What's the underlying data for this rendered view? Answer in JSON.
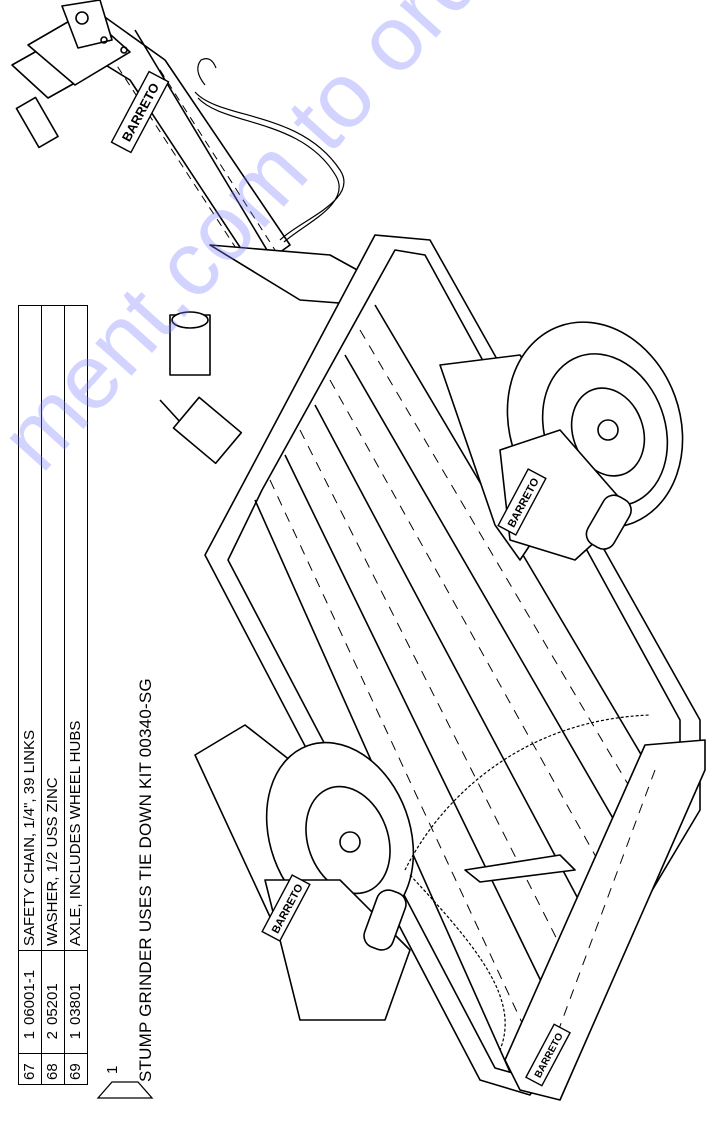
{
  "parts_table": {
    "rows": [
      {
        "item": "67",
        "qty": "1",
        "part": "06001-1",
        "description": "SAFETY CHAIN, 1/4\", 39 LINKS"
      },
      {
        "item": "68",
        "qty": "2",
        "part": "05201",
        "description": "WASHER, 1/2 USS ZINC"
      },
      {
        "item": "69",
        "qty": "1",
        "part": "03801",
        "description": "AXLE, INCLUDES WHEEL HUBS"
      }
    ]
  },
  "note": {
    "callout_number": "1",
    "text": "STUMP GRINDER USES TIE DOWN KIT  00340-SG"
  },
  "drawing": {
    "brand_label": "BARRETO"
  },
  "watermark": {
    "text": "ment.com to order your"
  }
}
